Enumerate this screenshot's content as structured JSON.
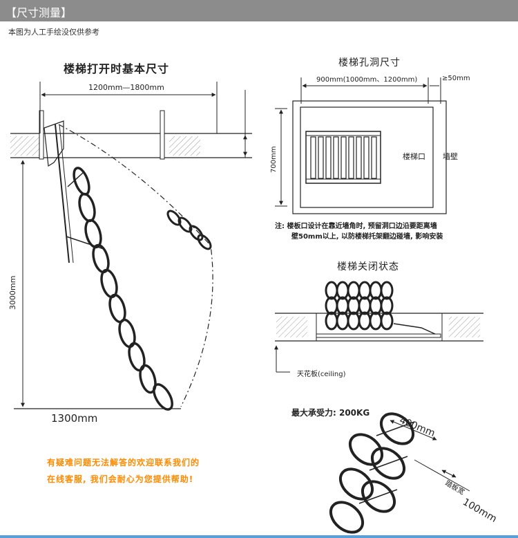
{
  "header": {
    "title": "【尺寸测量】"
  },
  "note": "本图为人工手绘没仅供参考",
  "open_view": {
    "title": "楼梯打开时基本尺寸",
    "width_dim": "1200mm—1800mm",
    "height_dim": "3000mm",
    "depth_dim": "1300mm"
  },
  "hole_view": {
    "title": "楼梯孔洞尺寸",
    "width_dim": "900mm(1000mm、1200mm)",
    "gap_dim": "≥50mm",
    "height_dim": "700mm",
    "opening_label": "楼梯口",
    "wall_label": "墙壁",
    "note_line1": "注: 楼板口设计在靠近墙角时, 预留洞口边沿要距离墙",
    "note_line2": "壁50mm以上, 以防楼梯托架翻边碰墙, 影响安装"
  },
  "closed_view": {
    "title": "楼梯关闭状态",
    "ceiling_label": "天花板(ceiling)"
  },
  "load": {
    "label": "最大承受力: 200KG",
    "width_dim": "400mm",
    "tread_label": "踏板宽",
    "tread_dim": "100mm"
  },
  "help": {
    "line1": "有疑难问题无法解答的欢迎联系我们的",
    "line2": "在线客服, 我们会耐心为您提供帮助!"
  }
}
